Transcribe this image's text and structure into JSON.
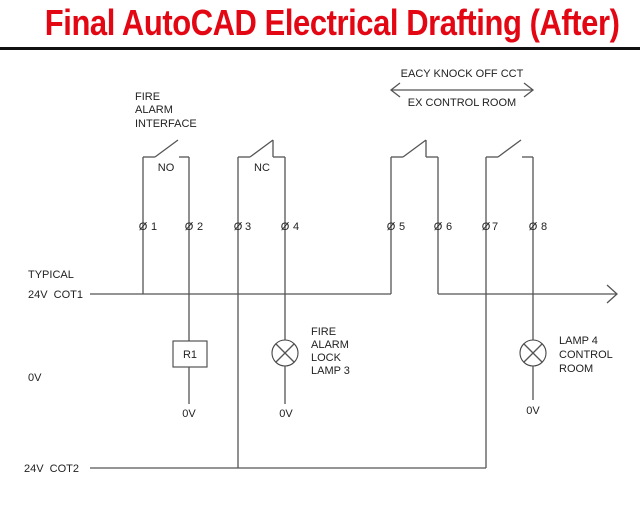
{
  "title": "Final AutoCAD Electrical Drafting (After)",
  "colors": {
    "title": "#e30613",
    "rule": "#111111",
    "wire": "#555555",
    "text": "#222222"
  },
  "annotations": {
    "fire_alarm_interface": [
      "FIRE",
      "ALARM",
      "INTERFACE"
    ],
    "knock_off_top": "EACY KNOCK OFF CCT",
    "knock_off_bottom": "EX CONTROL ROOM",
    "typical": "TYPICAL",
    "cot1": "24V  COT1",
    "cot2": "24V  COT2",
    "zero_v_left": "0V"
  },
  "contacts": [
    {
      "id": "contact-1",
      "type": "NO",
      "label": "NO"
    },
    {
      "id": "contact-2",
      "type": "NC",
      "label": "NC"
    },
    {
      "id": "contact-3",
      "type": "NC",
      "label": ""
    },
    {
      "id": "contact-4",
      "type": "NO",
      "label": ""
    }
  ],
  "terminals": [
    "1",
    "2",
    "3",
    "4",
    "5",
    "6",
    "7",
    "8"
  ],
  "components": {
    "relay": {
      "label": "R1",
      "supply": "0V"
    },
    "lamp3": {
      "lines": [
        "FIRE",
        "ALARM",
        "LOCK",
        "LAMP 3"
      ],
      "supply": "0V"
    },
    "lamp4": {
      "lines": [
        "LAMP 4",
        "CONTROL",
        "ROOM"
      ],
      "supply": "0V"
    }
  },
  "terminal_symbol": "Ø"
}
